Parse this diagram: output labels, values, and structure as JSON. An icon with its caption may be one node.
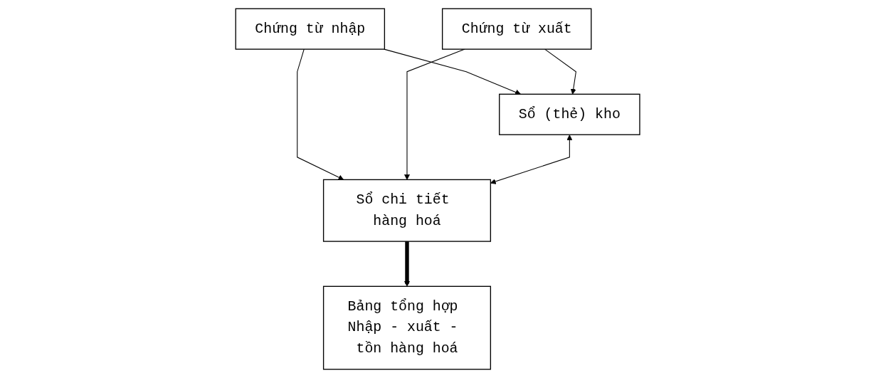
{
  "diagram": {
    "nodes": [
      {
        "text": [
          "Sổ (thẻ) kho"
        ]
      },
      {
        "text": [
          "Chứng từ nhập"
        ]
      },
      {
        "text": [
          "Chứng từ xuất"
        ]
      },
      {
        "text": [
          "Sổ chi tiết hàng hoá"
        ]
      },
      {
        "text": [
          "Bảng tổng hợp Nhập - xuất - tồn hàng hoá"
        ]
      }
    ],
    "edges": [
      {
        "from": 1,
        "to": 0,
        "arrow": "to"
      },
      {
        "from": 1,
        "to": 3,
        "arrow": "to"
      },
      {
        "from": 2,
        "to": 0,
        "arrow": "to"
      },
      {
        "from": 2,
        "to": 3,
        "arrow": "to"
      },
      {
        "from": 0,
        "to": 3,
        "arrow": "both"
      },
      {
        "from": 3,
        "to": 4,
        "arrow": "to",
        "style": "thick"
      }
    ]
  }
}
